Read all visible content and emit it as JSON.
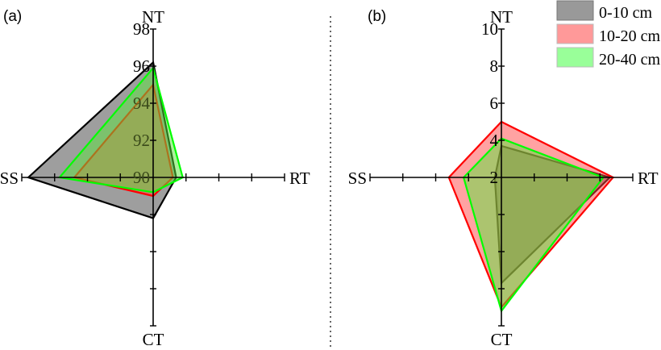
{
  "chart_data": [
    {
      "type": "radar",
      "panel_label": "(a)",
      "axes": [
        "NT",
        "RT",
        "CT",
        "SS"
      ],
      "range": [
        90,
        98
      ],
      "tick_step": 2,
      "tick_labels": [
        "90",
        "92",
        "94",
        "96",
        "98"
      ],
      "series": [
        {
          "name": "0-10 cm",
          "values": {
            "NT": 96.2,
            "RT": 91.4,
            "CT": 92.2,
            "SS": 97.6
          }
        },
        {
          "name": "10-20 cm",
          "values": {
            "NT": 95.0,
            "RT": 91.2,
            "CT": 91.0,
            "SS": 94.8
          }
        },
        {
          "name": "20-40 cm",
          "values": {
            "NT": 95.9,
            "RT": 91.8,
            "CT": 90.8,
            "SS": 95.7
          }
        }
      ]
    },
    {
      "type": "radar",
      "panel_label": "(b)",
      "axes": [
        "NT",
        "RT",
        "CT",
        "SS"
      ],
      "range": [
        2,
        10
      ],
      "tick_step": 2,
      "tick_labels": [
        "2",
        "4",
        "6",
        "8",
        "10"
      ],
      "series": [
        {
          "name": "0-10 cm",
          "values": {
            "NT": 3.7,
            "RT": 8.6,
            "CT": 7.7,
            "SS": 2.4
          }
        },
        {
          "name": "10-20 cm",
          "values": {
            "NT": 5.0,
            "RT": 8.8,
            "CT": 9.0,
            "SS": 5.2
          }
        },
        {
          "name": "20-40 cm",
          "values": {
            "NT": 4.1,
            "RT": 8.2,
            "CT": 9.2,
            "SS": 4.3
          }
        }
      ]
    }
  ],
  "legend": {
    "placement": "top-right",
    "items": [
      {
        "label": "0-10 cm",
        "fill": "#999999",
        "stroke": "#000000"
      },
      {
        "label": "10-20 cm",
        "fill": "#ff9999",
        "stroke": "#ff0000"
      },
      {
        "label": "20-40 cm",
        "fill": "#99ff99",
        "stroke": "#00ff00"
      }
    ]
  }
}
